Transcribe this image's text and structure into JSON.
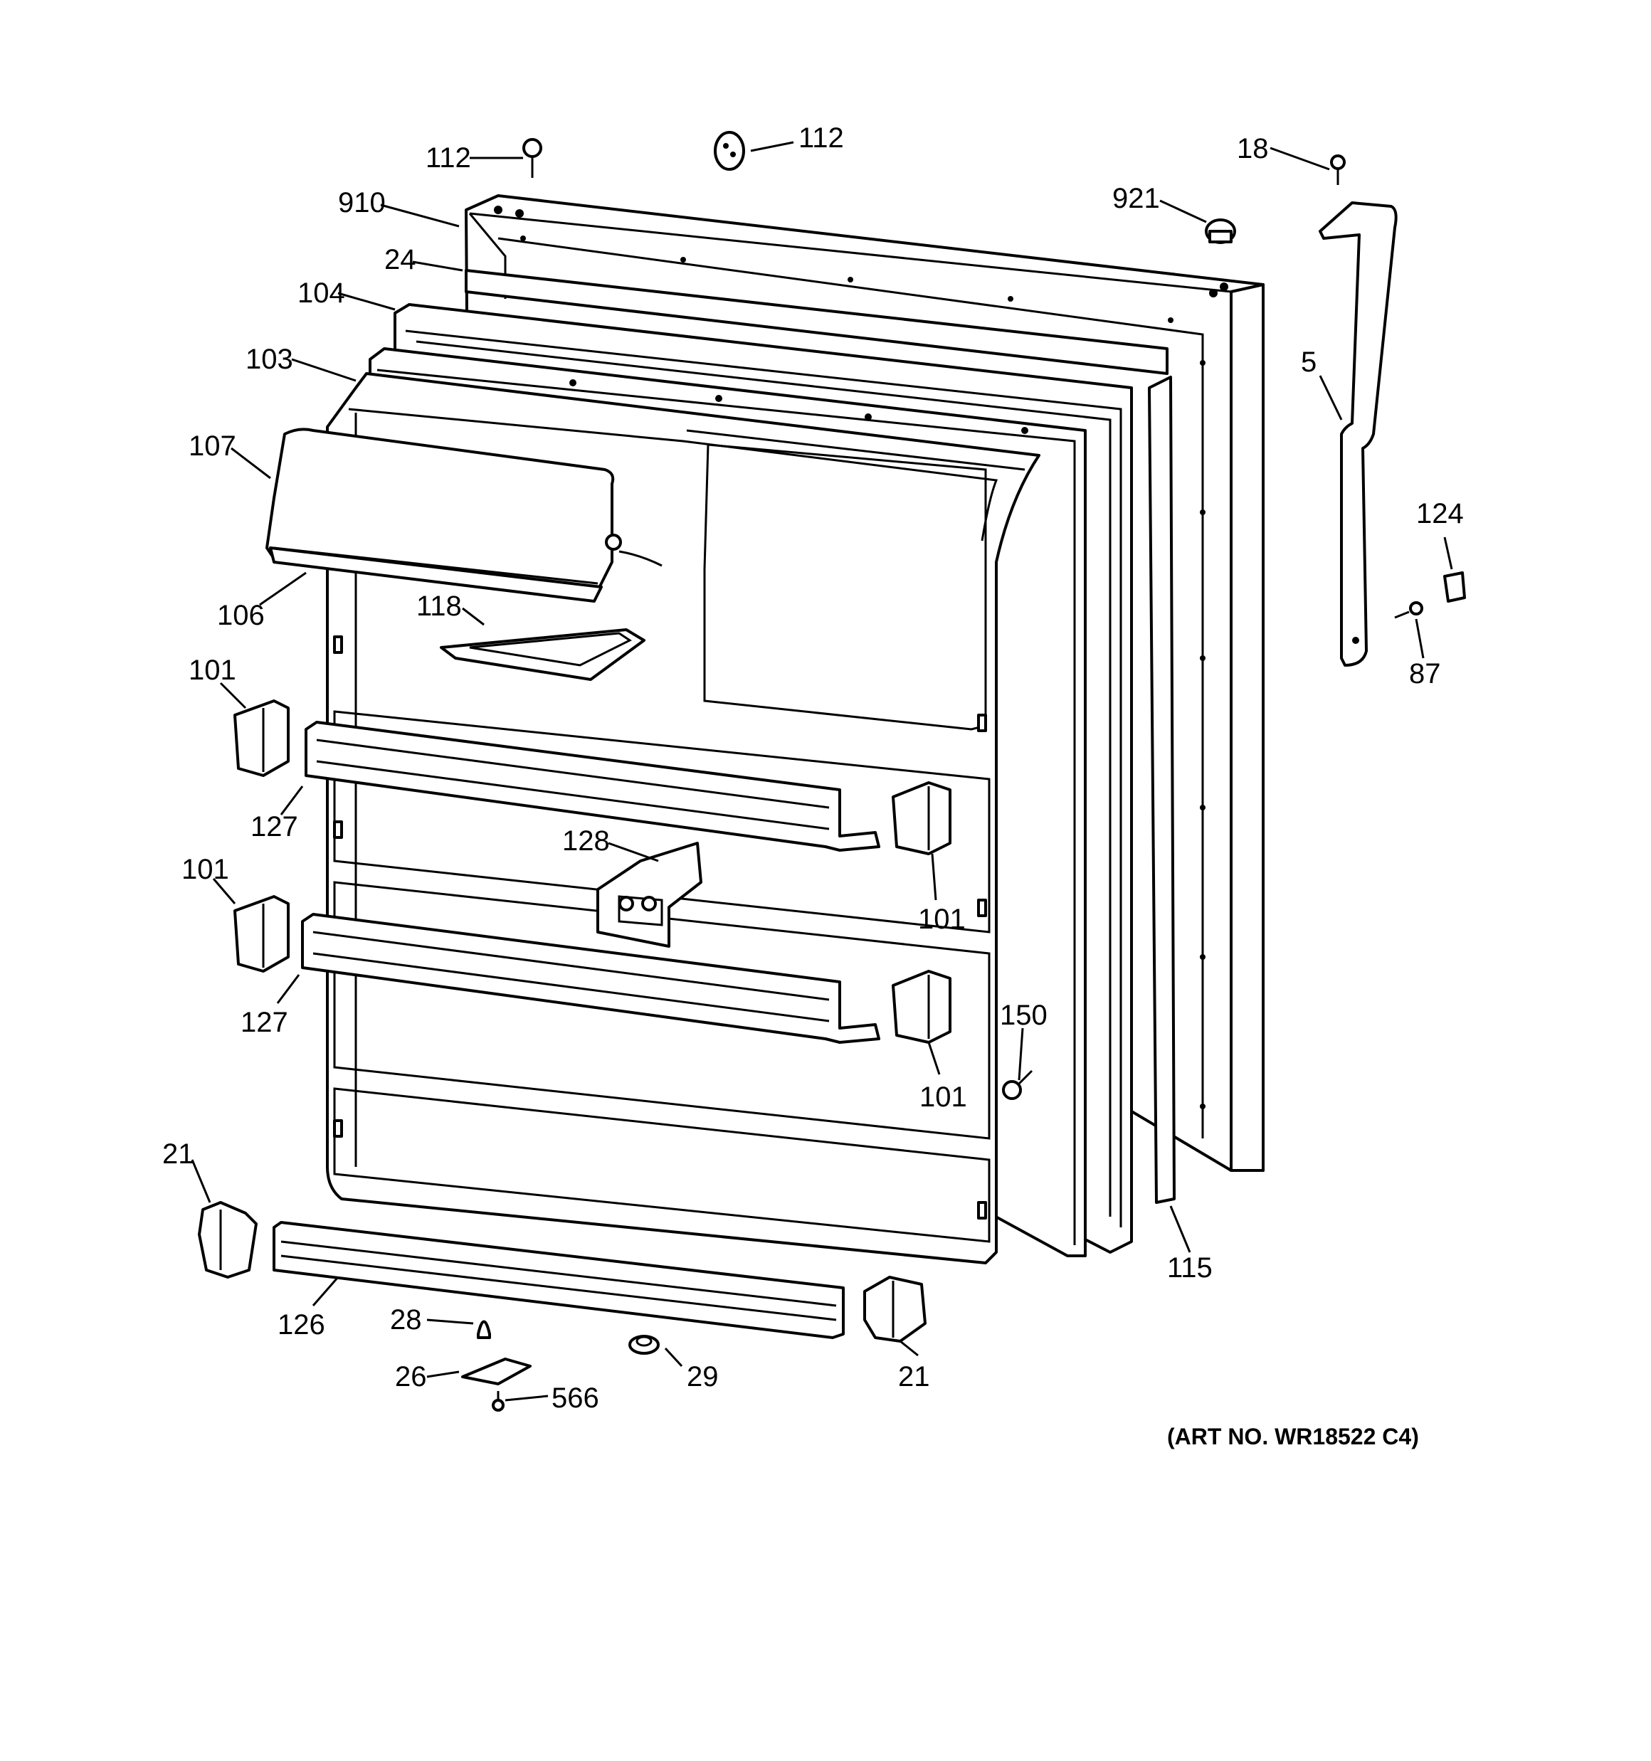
{
  "diagram": {
    "type": "exploded-parts-view",
    "art_number": "(ART NO. WR18522 C4)",
    "callouts": {
      "c112_screw": "112",
      "c112_plug": "112",
      "c910": "910",
      "c24": "24",
      "c104": "104",
      "c103": "103",
      "c107": "107",
      "c106": "106",
      "c118": "118",
      "c101_a": "101",
      "c101_b": "101",
      "c101_c": "101",
      "c101_d": "101",
      "c127_a": "127",
      "c127_b": "127",
      "c128": "128",
      "c150": "150",
      "c21_a": "21",
      "c21_b": "21",
      "c126": "126",
      "c28": "28",
      "c26": "26",
      "c566": "566",
      "c29": "29",
      "c115": "115",
      "c18": "18",
      "c921": "921",
      "c5": "5",
      "c124": "124",
      "c87": "87"
    }
  }
}
